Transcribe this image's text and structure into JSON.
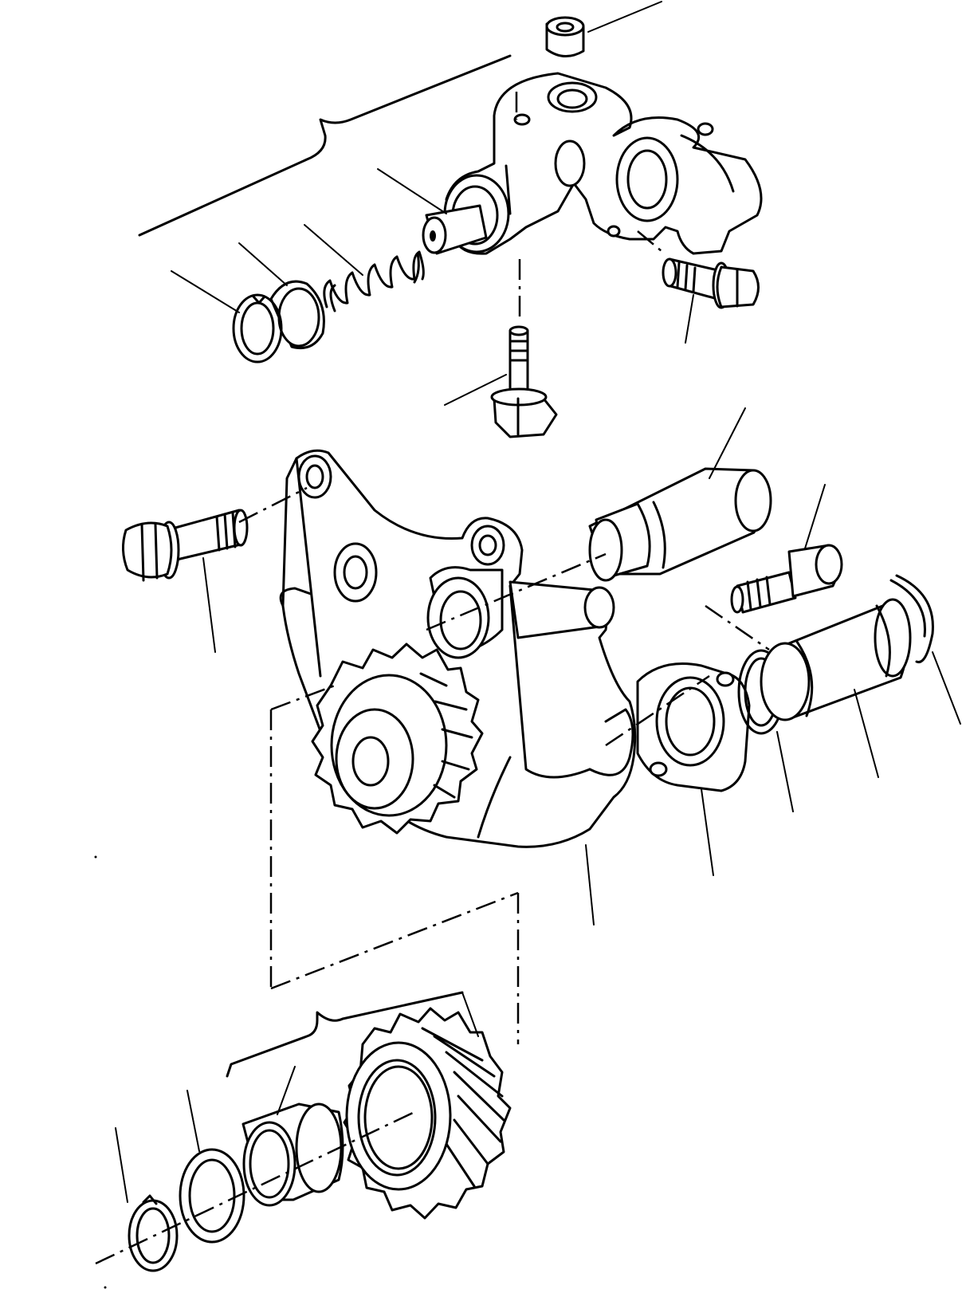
{
  "diagram": {
    "type": "exploded-parts-view",
    "parts": [
      {
        "name": "plug-cap"
      },
      {
        "name": "relief-valve-housing"
      },
      {
        "name": "valve-plunger"
      },
      {
        "name": "valve-spring"
      },
      {
        "name": "spring-seat"
      },
      {
        "name": "snap-ring"
      },
      {
        "name": "housing-flange-bolt"
      },
      {
        "name": "housing-mount-bolt"
      },
      {
        "name": "pump-body"
      },
      {
        "name": "drive-gear"
      },
      {
        "name": "body-mount-bolt"
      },
      {
        "name": "drive-shaft"
      },
      {
        "name": "socket-head-bolt"
      },
      {
        "name": "outlet-flange-gasket"
      },
      {
        "name": "o-ring"
      },
      {
        "name": "outlet-tube"
      },
      {
        "name": "tube-o-ring"
      },
      {
        "name": "helical-drive-gear"
      },
      {
        "name": "gear-bushing"
      },
      {
        "name": "thrust-washer"
      },
      {
        "name": "retaining-ring"
      }
    ]
  }
}
